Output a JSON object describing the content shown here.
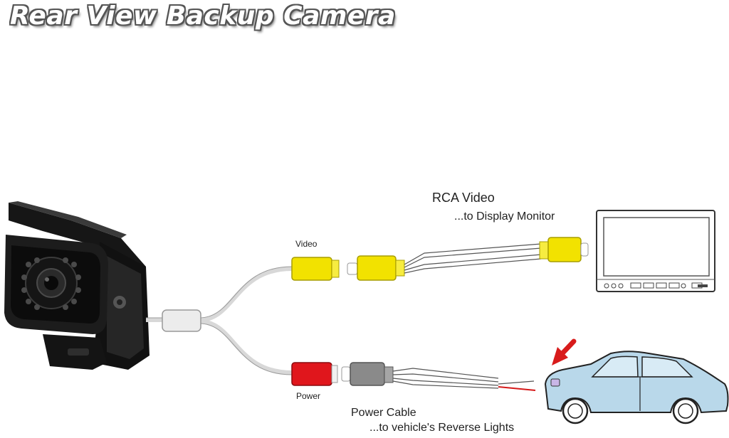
{
  "title": "Rear View Backup Camera",
  "labels": {
    "video": "Video",
    "power": "Power",
    "rca_video": "RCA Video",
    "rca_video_sub": "...to Display Monitor",
    "power_cable": "Power Cable",
    "power_cable_sub": "...to vehicle's Reverse Lights"
  },
  "colors": {
    "video_connector": "#f2e200",
    "power_connector": "#e0161c",
    "power_plug": "#8a8a8a",
    "car_body": "#b9d8ea",
    "arrow": "#d81b1b",
    "camera": "#1a1a1a"
  },
  "icons": {
    "camera": "backup-camera-icon",
    "monitor": "display-monitor-icon",
    "car": "car-icon",
    "arrow": "red-arrow-icon"
  }
}
